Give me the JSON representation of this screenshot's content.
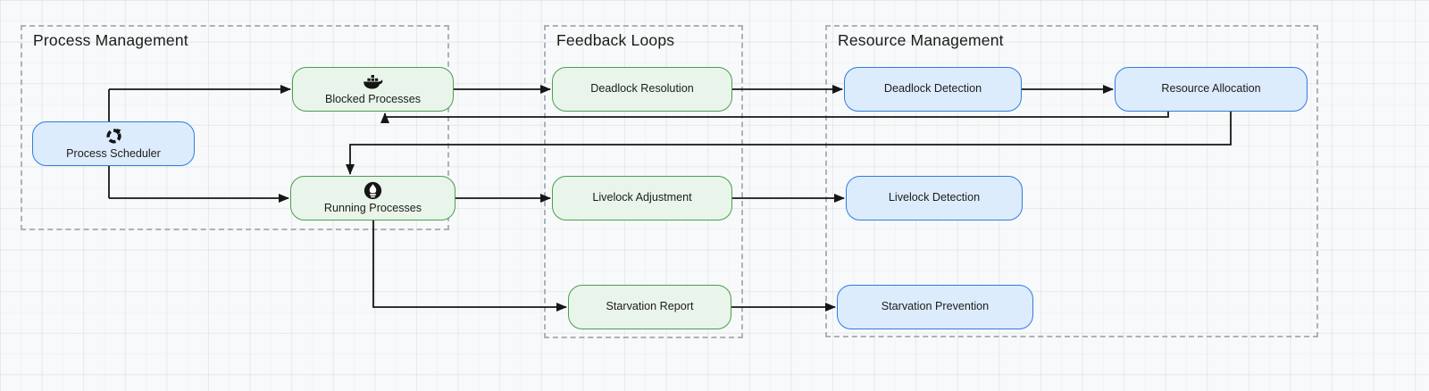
{
  "diagram": {
    "groups": [
      {
        "id": "process-management",
        "title": "Process Management"
      },
      {
        "id": "feedback-loops",
        "title": "Feedback Loops"
      },
      {
        "id": "resource-management",
        "title": "Resource Management"
      }
    ],
    "nodes": [
      {
        "id": "process-scheduler",
        "label": "Process Scheduler",
        "style": "blue",
        "icon": "sync-icon",
        "group": "process-management"
      },
      {
        "id": "blocked-processes",
        "label": "Blocked Processes",
        "style": "green",
        "icon": "docker-icon",
        "group": "process-management"
      },
      {
        "id": "running-processes",
        "label": "Running Processes",
        "style": "green",
        "icon": "prometheus-icon",
        "group": "process-management"
      },
      {
        "id": "deadlock-resolution",
        "label": "Deadlock Resolution",
        "style": "green",
        "icon": null,
        "group": "feedback-loops"
      },
      {
        "id": "livelock-adjustment",
        "label": "Livelock Adjustment",
        "style": "green",
        "icon": null,
        "group": "feedback-loops"
      },
      {
        "id": "starvation-report",
        "label": "Starvation Report",
        "style": "green",
        "icon": null,
        "group": "feedback-loops"
      },
      {
        "id": "deadlock-detection",
        "label": "Deadlock Detection",
        "style": "blue",
        "icon": null,
        "group": "resource-management"
      },
      {
        "id": "resource-allocation",
        "label": "Resource Allocation",
        "style": "blue",
        "icon": null,
        "group": "resource-management"
      },
      {
        "id": "livelock-detection",
        "label": "Livelock Detection",
        "style": "blue",
        "icon": null,
        "group": "resource-management"
      },
      {
        "id": "starvation-prevention",
        "label": "Starvation Prevention",
        "style": "blue",
        "icon": null,
        "group": "resource-management"
      }
    ],
    "edges": [
      {
        "from": "process-scheduler",
        "to": "blocked-processes"
      },
      {
        "from": "process-scheduler",
        "to": "running-processes"
      },
      {
        "from": "blocked-processes",
        "to": "deadlock-resolution"
      },
      {
        "from": "deadlock-resolution",
        "to": "deadlock-detection"
      },
      {
        "from": "deadlock-detection",
        "to": "resource-allocation"
      },
      {
        "from": "resource-allocation",
        "to": "blocked-processes"
      },
      {
        "from": "resource-allocation",
        "to": "running-processes"
      },
      {
        "from": "running-processes",
        "to": "livelock-adjustment"
      },
      {
        "from": "livelock-adjustment",
        "to": "livelock-detection"
      },
      {
        "from": "running-processes",
        "to": "starvation-report"
      },
      {
        "from": "starvation-report",
        "to": "starvation-prevention"
      }
    ],
    "colors": {
      "background": "#f8f9fa",
      "group_border": "#a9b3bd",
      "green_fill": "#e9f5ea",
      "green_border": "#4a9d4f",
      "blue_fill": "#dcecfc",
      "blue_border": "#2f7ce0",
      "connector": "#161616",
      "text": "#1c1c1c"
    }
  }
}
